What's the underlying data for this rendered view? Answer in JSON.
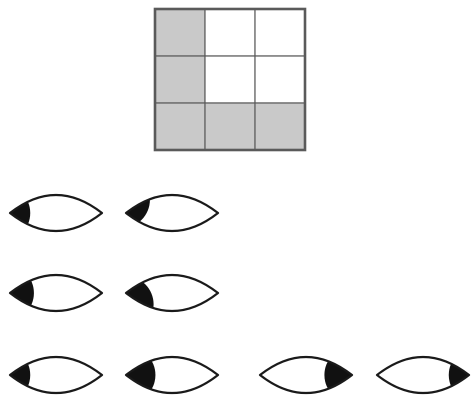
{
  "colors": {
    "stroke": "#1a1a1a",
    "grid_line": "#5a5a5a",
    "grid_fill_shaded": "#c9c9c9",
    "grid_fill_empty": "#ffffff",
    "eye_fill": "#ffffff",
    "pupil_fill": "#111111"
  },
  "grid": {
    "rows": 3,
    "cols": 3,
    "shaded": [
      [
        true,
        false,
        false
      ],
      [
        true,
        false,
        false
      ],
      [
        true,
        true,
        true
      ]
    ]
  },
  "eye_rows": [
    {
      "eyes": [
        {
          "pupil_side": "left",
          "pupil_coverage": 0.22,
          "pupil_vertical": "full"
        },
        {
          "pupil_side": "left",
          "pupil_coverage": 0.26,
          "pupil_vertical": "upper"
        }
      ]
    },
    {
      "eyes": [
        {
          "pupil_side": "left",
          "pupil_coverage": 0.26,
          "pupil_vertical": "full"
        },
        {
          "pupil_side": "left",
          "pupil_coverage": 0.3,
          "pupil_vertical": "lower"
        }
      ]
    },
    {
      "eyes": [
        {
          "pupil_side": "left",
          "pupil_coverage": 0.22,
          "pupil_vertical": "full"
        },
        {
          "pupil_side": "left",
          "pupil_coverage": 0.32,
          "pupil_vertical": "full"
        },
        {
          "pupil_side": "right",
          "pupil_coverage": 0.3,
          "pupil_vertical": "full"
        },
        {
          "pupil_side": "right",
          "pupil_coverage": 0.22,
          "pupil_vertical": "full"
        }
      ]
    }
  ]
}
